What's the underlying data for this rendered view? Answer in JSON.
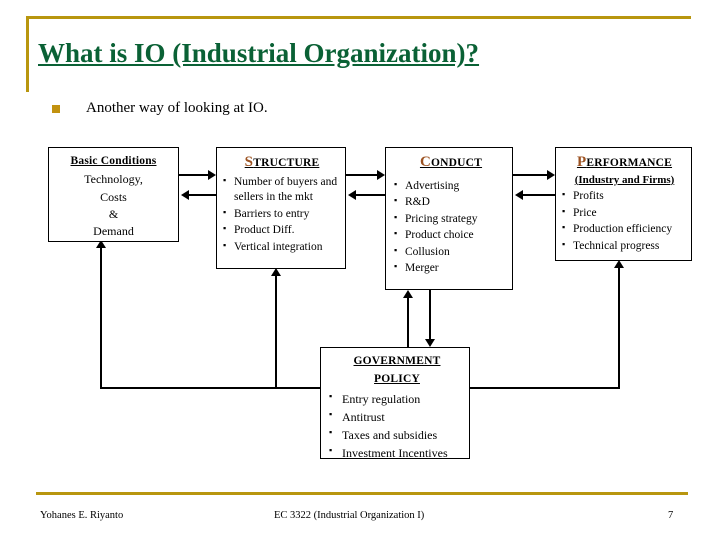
{
  "slide": {
    "title": "What is IO (Industrial Organization)?",
    "lead_bullet": "Another way of looking at IO.",
    "bullet_marker": "square-bullet"
  },
  "theme": {
    "title_color": "#0A6135",
    "accent_gold": "#B8960F",
    "bullet_gold": "#C2920F",
    "dropcap_brown": "#9C5221",
    "line_color": "#000000",
    "background": "#FFFFFF"
  },
  "diagram": {
    "type": "structure-conduct-performance-paradigm",
    "boxes": [
      {
        "id": "basic_conditions",
        "header": "Basic Conditions",
        "header_dropcap": "",
        "body_lines": [
          "Technology,",
          "Costs",
          "&",
          "Demand"
        ]
      },
      {
        "id": "structure",
        "header_dropcap": "S",
        "header_rest": "TRUCTURE",
        "items": [
          "Number of buyers and sellers in the mkt",
          "Barriers to entry",
          "Product Diff.",
          "Vertical integration"
        ]
      },
      {
        "id": "conduct",
        "header_dropcap": "C",
        "header_rest": "ONDUCT",
        "items": [
          "Advertising",
          "R&D",
          "Pricing strategy",
          "Product choice",
          "Collusion",
          "Merger"
        ]
      },
      {
        "id": "performance",
        "header_dropcap": "P",
        "header_rest": "ERFORMANCE",
        "subheader": "(Industry and Firms)",
        "items": [
          "Profits",
          "Price",
          "Production efficiency",
          "Technical progress"
        ]
      },
      {
        "id": "government_policy",
        "header_line1": "GOVERNMENT",
        "header_line2": "POLICY",
        "items": [
          "Entry regulation",
          "Antitrust",
          "Taxes and subsidies",
          "Investment Incentives"
        ]
      }
    ],
    "connections": [
      {
        "from": "basic_conditions",
        "to": "structure",
        "direction": "right"
      },
      {
        "from": "structure",
        "to": "basic_conditions",
        "direction": "left"
      },
      {
        "from": "structure",
        "to": "conduct",
        "direction": "right"
      },
      {
        "from": "conduct",
        "to": "structure",
        "direction": "left"
      },
      {
        "from": "conduct",
        "to": "performance",
        "direction": "right"
      },
      {
        "from": "performance",
        "to": "conduct",
        "direction": "left"
      },
      {
        "from": "government_policy",
        "to": "basic_conditions",
        "direction": "up"
      },
      {
        "from": "government_policy",
        "to": "structure",
        "direction": "up"
      },
      {
        "from": "government_policy",
        "to": "conduct",
        "direction": "up"
      },
      {
        "from": "conduct",
        "to": "government_policy",
        "direction": "down"
      },
      {
        "from": "government_policy",
        "to": "performance",
        "direction": "up"
      }
    ]
  },
  "footer": {
    "author": "Yohanes E. Riyanto",
    "course": "EC 3322 (Industrial Organization I)",
    "page_number": "7"
  }
}
